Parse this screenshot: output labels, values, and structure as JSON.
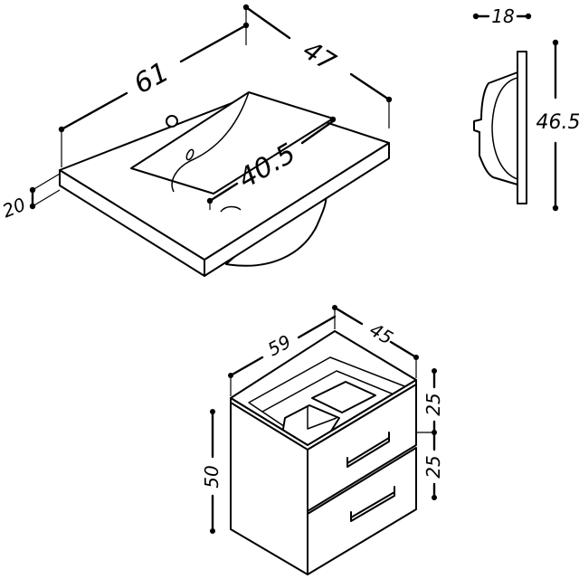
{
  "basin": {
    "width_label": "61",
    "depth_label": "47",
    "bowl_label": "40.5",
    "thickness_label": "20"
  },
  "side_profile": {
    "depth_label": "18",
    "height_label": "46.5"
  },
  "cabinet": {
    "width_label": "59",
    "depth_label": "45",
    "height_label": "50",
    "drawer_top_label": "25",
    "drawer_bottom_label": "25"
  }
}
